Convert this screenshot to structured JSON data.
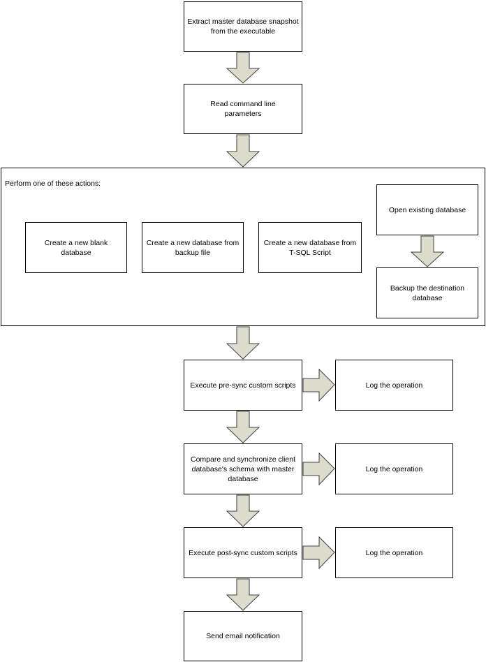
{
  "colors": {
    "arrow_fill": "#dcdccc",
    "arrow_stroke": "#404040",
    "border": "#000000",
    "background": "#ffffff"
  },
  "steps": {
    "extract": "Extract master database snapshot\nfrom the executable",
    "read_params": "Read command line\nparameters",
    "pre_sync": "Execute pre-sync custom scripts",
    "compare_sync": "Compare and synchronize client\ndatabase's schema with master\ndatabase",
    "post_sync": "Execute post-sync custom scripts",
    "send_email": "Send email notification"
  },
  "actions_group": {
    "label": "Perform one of these actions:",
    "create_blank": "Create a new blank\ndatabase",
    "create_from_backup": "Create a new database from\nbackup file",
    "create_from_script": "Create a new database from\nT-SQL Script",
    "open_existing": "Open existing database",
    "backup_destination": "Backup the destination\ndatabase"
  },
  "log_boxes": {
    "log_pre": "Log the operation",
    "log_compare": "Log the operation",
    "log_post": "Log the operation"
  }
}
